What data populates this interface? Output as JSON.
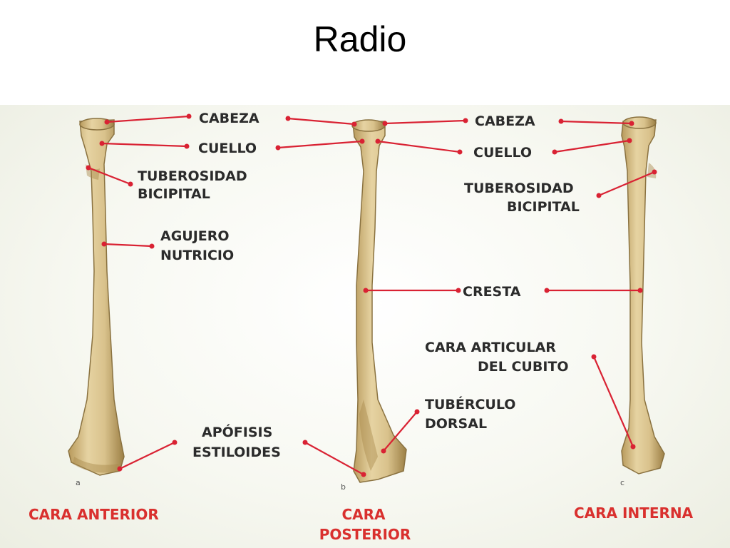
{
  "title": "Radio",
  "colors": {
    "label_text": "#2b2b2b",
    "leader_line": "#d92233",
    "view_caption": "#d9302e",
    "bone": "#d8c08a"
  },
  "figure_letters": {
    "a": "a",
    "b": "b",
    "c": "c"
  },
  "labels": {
    "cabeza_left": "CABEZA",
    "cuello_left": "CUELLO",
    "tuberosidad_left_1": "TUBEROSIDAD",
    "tuberosidad_left_2": "BICIPITAL",
    "agujero_1": "AGUJERO",
    "agujero_2": "NUTRICIO",
    "apofisis_1": "APÓFISIS",
    "apofisis_2": "ESTILOIDES",
    "cabeza_right": "CABEZA",
    "cuello_right": "CUELLO",
    "tuberosidad_right_1": "TUBEROSIDAD",
    "tuberosidad_right_2": "BICIPITAL",
    "cresta": "CRESTA",
    "cara_articular_1": "CARA ARTICULAR",
    "cara_articular_2": "DEL CUBITO",
    "tuberculo_1": "TUBÉRCULO",
    "tuberculo_2": "DORSAL"
  },
  "views": {
    "anterior": "CARA ANTERIOR",
    "posterior_1": "CARA",
    "posterior_2": "POSTERIOR",
    "interna": "CARA INTERNA"
  }
}
